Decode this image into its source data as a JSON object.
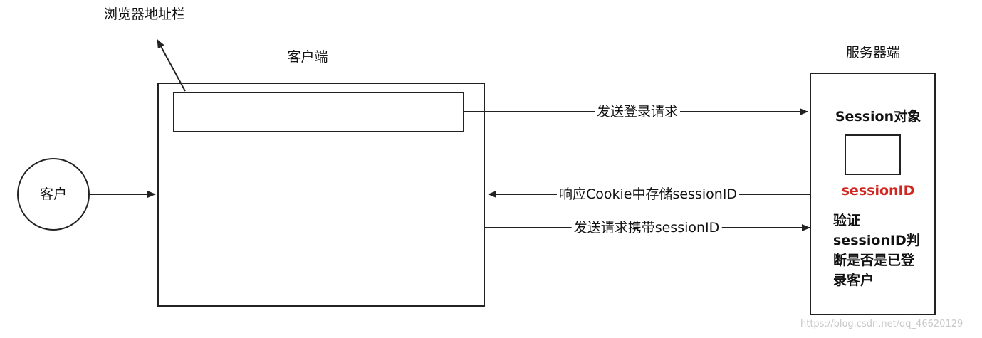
{
  "labels": {
    "address_bar": "浏览器地址栏",
    "client_side": "客户端",
    "server_side": "服务器端",
    "user": "客户",
    "session_object": "Session对象",
    "session_id": "sessionID",
    "send_login": "发送登录请求",
    "response_cookie": "响应Cookie中存储sessionID",
    "send_with_id": "发送请求携带sessionID",
    "verify_lines": [
      "验证",
      "sessionID判",
      "断是否是已登",
      "录客户"
    ]
  },
  "watermark": "https://blog.csdn.net/qq_46620129",
  "colors": {
    "line": "#222222",
    "accent_red": "#d0261f",
    "watermark": "#c8c8c8"
  }
}
